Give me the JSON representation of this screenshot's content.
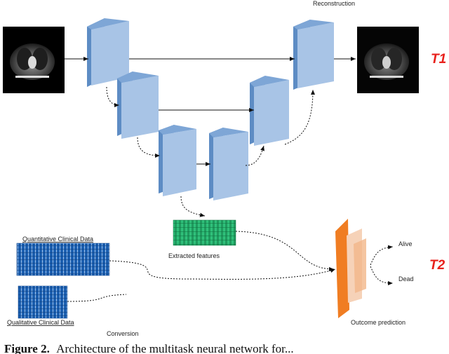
{
  "labels": {
    "reconstruction": "Reconstruction",
    "t1": "T1",
    "t2": "T2",
    "extracted_features": "Extracted features",
    "quantitative_clinical_data": "Quantitative Clinical Data",
    "qualitative_clinical_data": "Qualitative Clinical Data",
    "conversion": "Conversion",
    "outcome_prediction": "Outcome prediction",
    "alive": "Alive",
    "dead": "Dead"
  },
  "caption": {
    "prefix": "Figure 2.",
    "text": "Architecture of the multitask neural network for..."
  },
  "colors": {
    "block_front": "#a8c4e6",
    "block_back": "#5d8cc4",
    "feature_green": "#26a86a",
    "clinical_blue": "#1b5fb0",
    "predictor_orange": "#f07d22",
    "predictor_peach": "#f6d2b8",
    "task_red": "#e8211c"
  }
}
